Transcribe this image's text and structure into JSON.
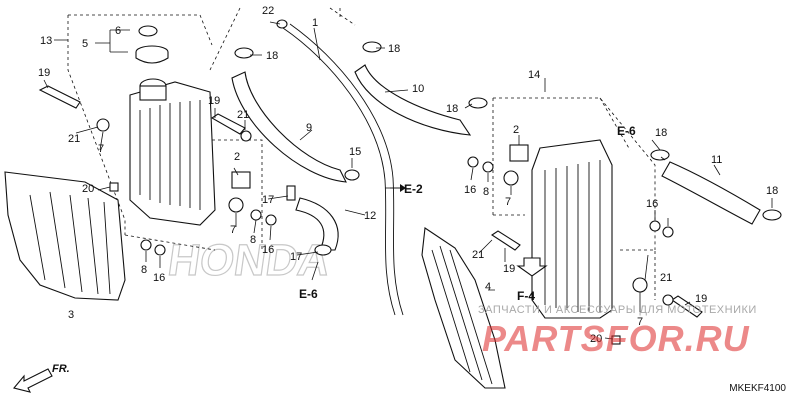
{
  "diagram": {
    "brand_watermark": "HONDA",
    "diagram_code": "MKEKF4100",
    "direction_label": "FR.",
    "refs": {
      "e2": "E-2",
      "e6_left": "E-6",
      "e6_right": "E-6",
      "f4": "F-4"
    },
    "watermark_text": "ЗАПЧАСТИ И АКСЕССУАРЫ ДЛЯ МОТОТЕХНИКИ",
    "watermark_logo": "PARTSFOR.RU",
    "callouts": {
      "n1": "1",
      "n2a": "2",
      "n2b": "2",
      "n3": "3",
      "n4": "4",
      "n5": "5",
      "n6": "6",
      "n7a": "7",
      "n7b": "7",
      "n7c": "7",
      "n7d": "7",
      "n8a": "8",
      "n8b": "8",
      "n8c": "8",
      "n9": "9",
      "n10": "10",
      "n11": "11",
      "n12": "12",
      "n13": "13",
      "n14": "14",
      "n15": "15",
      "n16a": "16",
      "n16b": "16",
      "n16c": "16",
      "n16d": "16",
      "n17a": "17",
      "n17b": "17",
      "n18a": "18",
      "n18b": "18",
      "n18c": "18",
      "n18d": "18",
      "n18e": "18",
      "n19a": "19",
      "n19b": "19",
      "n19c": "19",
      "n19d": "19",
      "n20a": "20",
      "n20b": "20",
      "n21a": "21",
      "n21b": "21",
      "n21c": "21",
      "n21d": "21",
      "n22": "22"
    }
  }
}
